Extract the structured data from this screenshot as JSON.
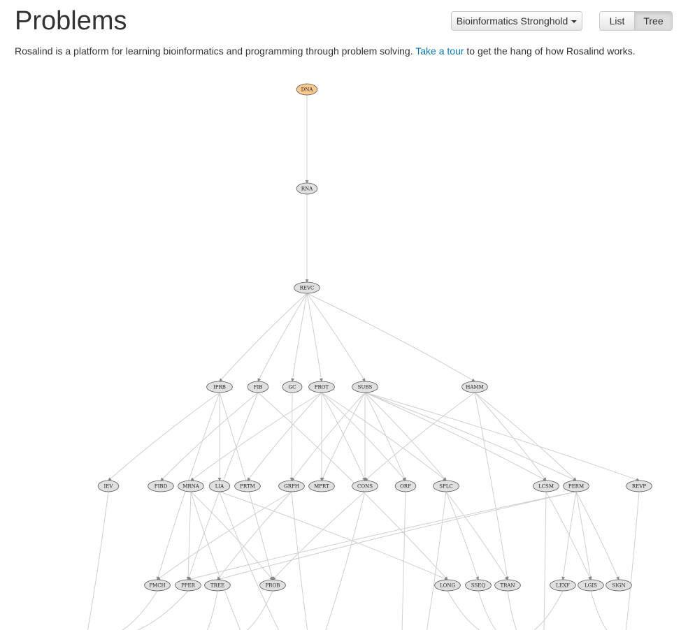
{
  "header": {
    "title": "Problems",
    "dropdown_label": "Bioinformatics Stronghold",
    "view_list_label": "List",
    "view_tree_label": "Tree",
    "active_view": "Tree"
  },
  "intro": {
    "text_before": "Rosalind is a platform for learning bioinformatics and programming through problem solving. ",
    "link_text": "Take a tour",
    "text_after": " to get the hang of how Rosalind works."
  },
  "colors": {
    "solved_node": "#fbc88f",
    "unsolved_node": "#e0e0e0",
    "link": "#0b74a8",
    "edge": "#cfcfcf"
  },
  "tree": {
    "levels": [
      [
        "DNA"
      ],
      [
        "RNA"
      ],
      [
        "REVC"
      ],
      [
        "IPRB",
        "FIB",
        "GC",
        "PROT",
        "SUBS",
        "HAMM"
      ],
      [
        "IEV",
        "FIBD",
        "MRNA",
        "LIA",
        "PRTM",
        "GRPH",
        "MPRT",
        "CONS",
        "ORF",
        "SPLC",
        "LCSM",
        "PERM",
        "REVP"
      ],
      [
        "PMCH",
        "PPER",
        "TREE",
        "PROB",
        "LONG",
        "SSEQ",
        "TRAN",
        "LEXF",
        "LGIS",
        "SIGN"
      ]
    ],
    "highlighted": [
      "DNA"
    ],
    "edges": [
      [
        "DNA",
        "RNA"
      ],
      [
        "RNA",
        "REVC"
      ],
      [
        "REVC",
        "IPRB"
      ],
      [
        "REVC",
        "FIB"
      ],
      [
        "REVC",
        "GC"
      ],
      [
        "REVC",
        "PROT"
      ],
      [
        "REVC",
        "SUBS"
      ],
      [
        "REVC",
        "HAMM"
      ],
      [
        "IPRB",
        "IEV"
      ],
      [
        "IPRB",
        "LIA"
      ],
      [
        "IPRB",
        "PROB"
      ],
      [
        "IPRB",
        "PMCH"
      ],
      [
        "FIB",
        "FIBD"
      ],
      [
        "FIB",
        "PPER"
      ],
      [
        "FIB",
        "LONG"
      ],
      [
        "GC",
        "GRPH"
      ],
      [
        "PROT",
        "MRNA"
      ],
      [
        "PROT",
        "PRTM"
      ],
      [
        "PROT",
        "MPRT"
      ],
      [
        "PROT",
        "ORF"
      ],
      [
        "PROT",
        "SPLC"
      ],
      [
        "PROT",
        "CONS"
      ],
      [
        "SUBS",
        "GRPH"
      ],
      [
        "SUBS",
        "MPRT"
      ],
      [
        "SUBS",
        "CONS"
      ],
      [
        "SUBS",
        "ORF"
      ],
      [
        "SUBS",
        "SPLC"
      ],
      [
        "SUBS",
        "LCSM"
      ],
      [
        "SUBS",
        "PERM"
      ],
      [
        "SUBS",
        "REVP"
      ],
      [
        "HAMM",
        "CONS"
      ],
      [
        "HAMM",
        "LCSM"
      ],
      [
        "HAMM",
        "PERM"
      ],
      [
        "HAMM",
        "TRAN"
      ],
      [
        "MRNA",
        "PPER"
      ],
      [
        "MRNA",
        "PROB"
      ],
      [
        "LIA",
        "LONG"
      ],
      [
        "GRPH",
        "TREE"
      ],
      [
        "GRPH",
        "PMCH"
      ],
      [
        "CONS",
        "PROB"
      ],
      [
        "SPLC",
        "SSEQ"
      ],
      [
        "SPLC",
        "TRAN"
      ],
      [
        "LCSM",
        "LGIS"
      ],
      [
        "PERM",
        "LEXF"
      ],
      [
        "PERM",
        "LGIS"
      ],
      [
        "PERM",
        "SIGN"
      ],
      [
        "PERM",
        "PPER"
      ],
      [
        "PERM",
        "TREE"
      ]
    ]
  }
}
